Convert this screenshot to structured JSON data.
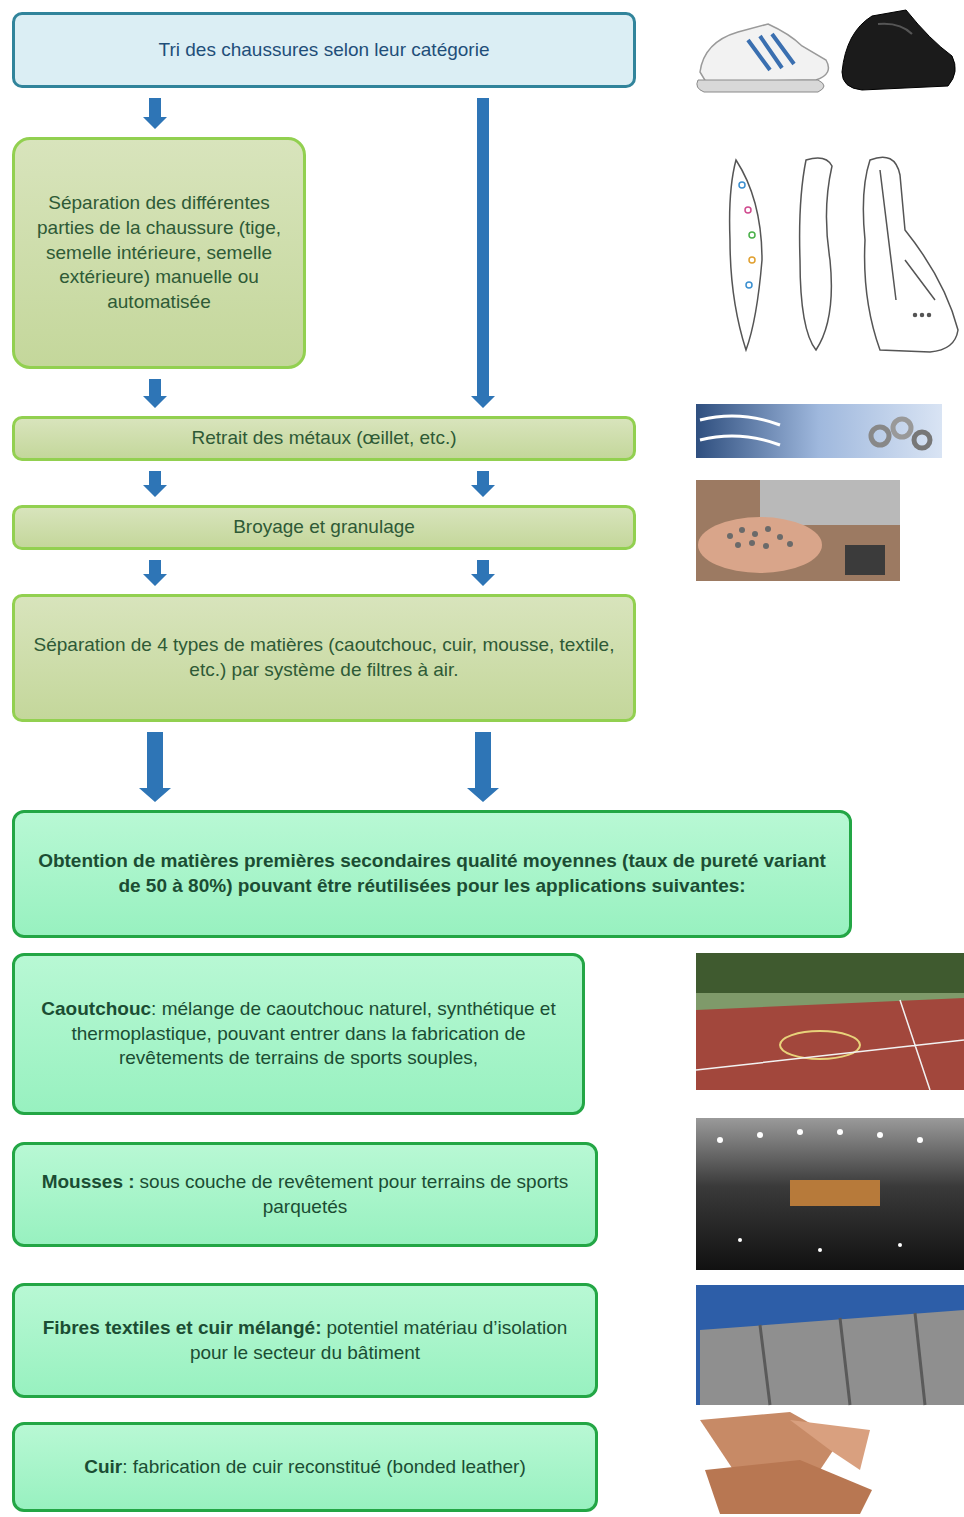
{
  "diagram": {
    "nodes": [
      {
        "text": [
          "Tri des chaussures selon leur catégorie"
        ]
      },
      {
        "text": [
          "Séparation des différentes parties de la chaussure (tige, semelle intérieure, semelle extérieure) manuelle ou automatisée"
        ]
      },
      {
        "text": [
          "Retrait des métaux (œillet, etc.)"
        ]
      },
      {
        "text": [
          "Broyage et granulage"
        ]
      },
      {
        "text": [
          "Séparation de 4 types de matières (caoutchouc, cuir, mousse, textile, etc.) par système de filtres à air."
        ]
      },
      {
        "text": [
          "Obtention de matières premières secondaires qualité moyennes (taux de pureté variant de 50 à 80%) pouvant être réutilisées pour les applications suivantes:"
        ]
      },
      {
        "text": [
          "Caoutchouc",
          ": mélange de caoutchouc naturel, synthétique et thermoplastique, pouvant entrer dans la fabrication de revêtements de terrains de sports souples,"
        ]
      },
      {
        "text": [
          "Mousses :",
          "sous couche de revêtement pour terrains de sports parquetés"
        ]
      },
      {
        "text": [
          "Fibres textiles et cuir mélangé:",
          "potentiel matériau d’isolation pour le secteur du bâtiment"
        ]
      },
      {
        "text": [
          "Cuir",
          ": fabrication de cuir reconstitué (bonded leather)"
        ]
      }
    ],
    "edges": [
      {
        "from": 0,
        "to": 1,
        "arrow": "to"
      },
      {
        "from": 0,
        "to": 2,
        "arrow": "to"
      },
      {
        "from": 1,
        "to": 2,
        "arrow": "to"
      },
      {
        "from": 2,
        "to": 3,
        "arrow": "to"
      },
      {
        "from": 2,
        "to": 3,
        "arrow": "to"
      },
      {
        "from": 3,
        "to": 4,
        "arrow": "to"
      },
      {
        "from": 3,
        "to": 4,
        "arrow": "to"
      },
      {
        "from": 4,
        "to": 5,
        "arrow": "to"
      },
      {
        "from": 4,
        "to": 5,
        "arrow": "to"
      }
    ]
  }
}
